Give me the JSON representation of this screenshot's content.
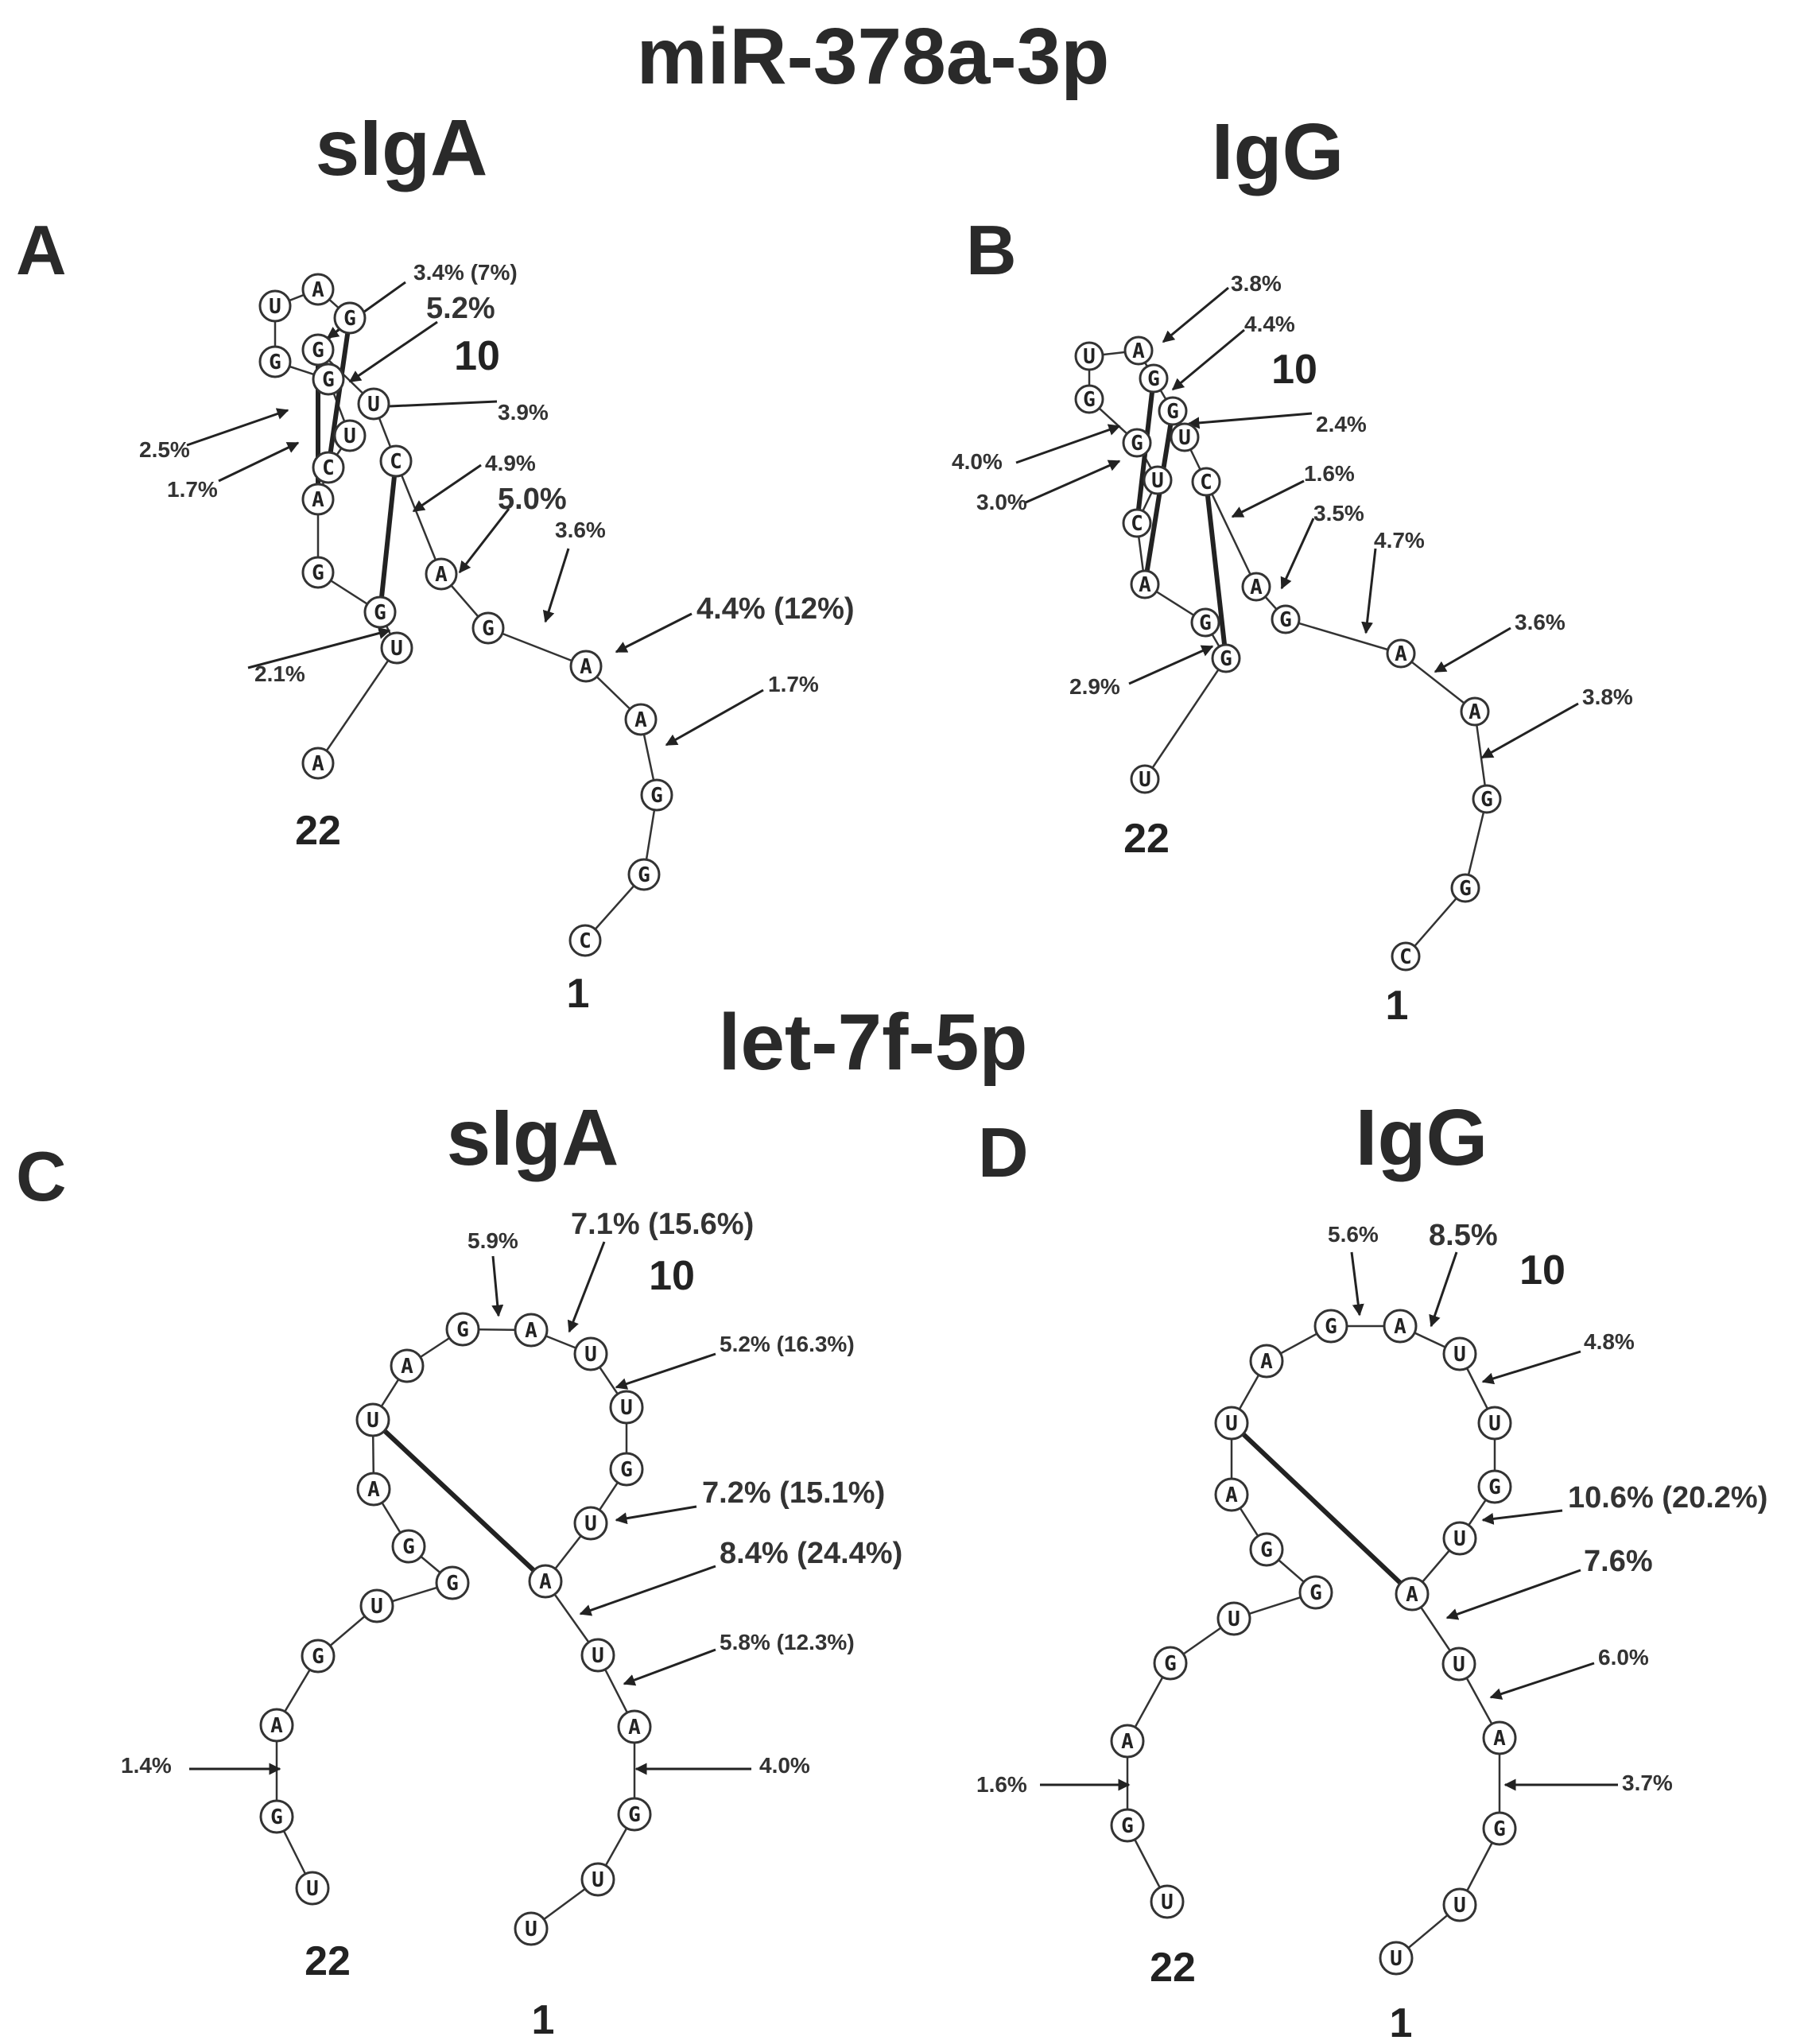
{
  "titles": {
    "mir": "miR-378a-3p",
    "let": "let-7f-5p",
    "A": "sIgA",
    "B": "IgG",
    "C": "sIgA",
    "D": "IgG"
  },
  "panels": [
    "A",
    "B",
    "C",
    "D"
  ],
  "end_labels": {
    "three_prime": "22",
    "five_prime": "1",
    "ten": "10"
  },
  "sequences": {
    "mir": [
      "C",
      "G",
      "G",
      "A",
      "A",
      "G",
      "A",
      "C",
      "U",
      "G",
      "G",
      "A",
      "U",
      "G",
      "G",
      "U",
      "C",
      "A",
      "G",
      "G",
      "U",
      "A"
    ],
    "let": [
      "U",
      "U",
      "G",
      "A",
      "U",
      "A",
      "U",
      "G",
      "U",
      "U",
      "A",
      "G",
      "A",
      "U",
      "A",
      "G",
      "G",
      "U",
      "G",
      "A",
      "G",
      "U"
    ]
  },
  "base_pairs": {
    "mir": [
      [
        7,
        19
      ],
      [
        9,
        17
      ],
      [
        10,
        16
      ]
    ],
    "let": [
      [
        5,
        13
      ]
    ]
  },
  "A": [
    "3.4% (7%)",
    "5.2%",
    "3.9%",
    "2.5%",
    "1.7%",
    "4.9%",
    "5.0%",
    "3.6%",
    "4.4% (12%)",
    "2.1%",
    "1.7%"
  ],
  "B": [
    "3.8%",
    "4.4%",
    "2.4%",
    "4.0%",
    "3.0%",
    "1.6%",
    "3.5%",
    "4.7%",
    "3.6%",
    "2.9%",
    "3.8%"
  ],
  "C": [
    "5.9%",
    "7.1% (15.6%)",
    "5.2% (16.3%)",
    "7.2% (15.1%)",
    "8.4% (24.4%)",
    "5.8% (12.3%)",
    "1.4%",
    "4.0%"
  ],
  "D": [
    "5.6%",
    "8.5%",
    "4.8%",
    "10.6% (20.2%)",
    "7.6%",
    "6.0%",
    "1.6%",
    "3.7%"
  ]
}
